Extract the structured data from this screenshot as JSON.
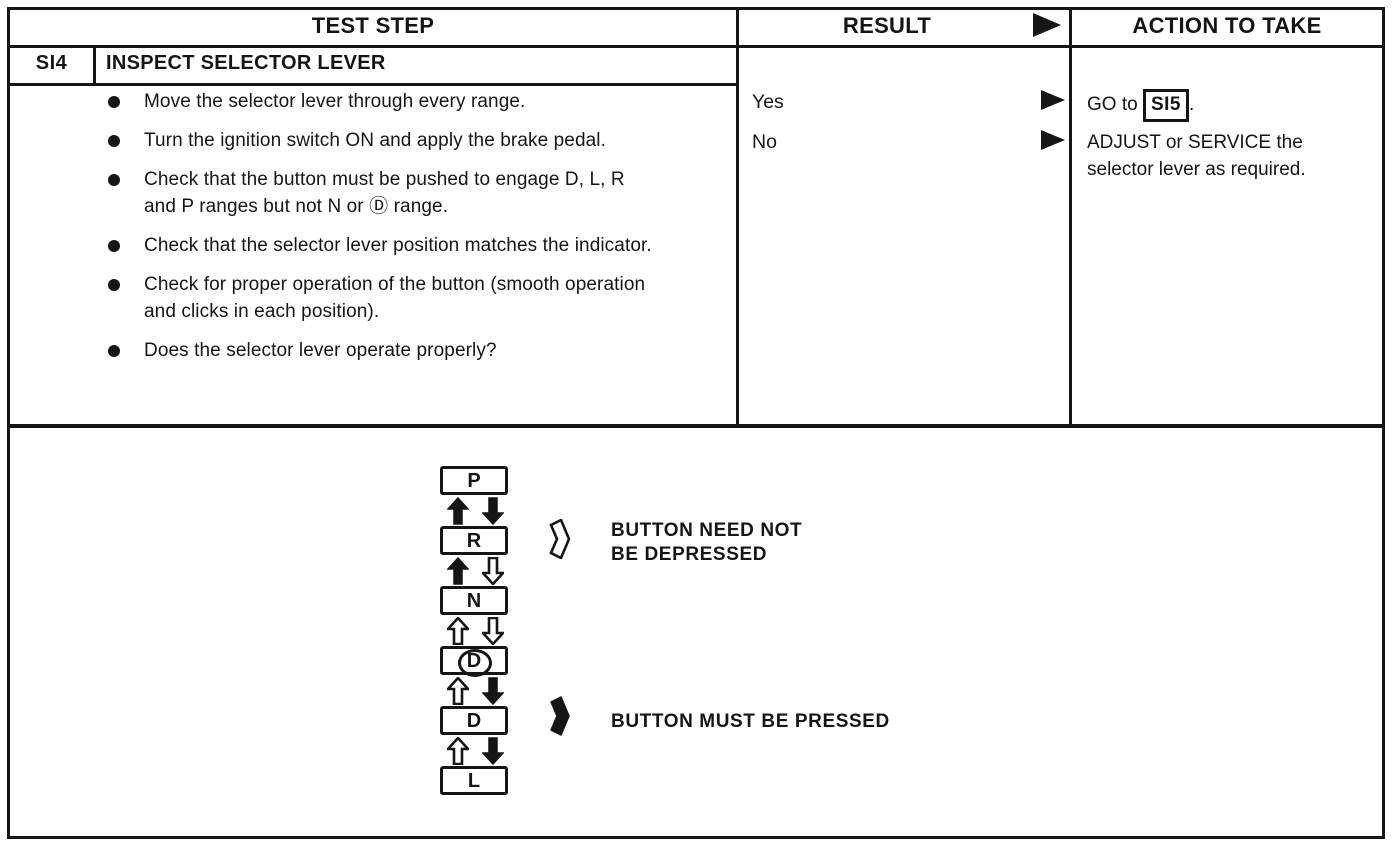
{
  "document": {
    "headers": {
      "test_step": "TEST STEP",
      "result": "RESULT",
      "action_to_take": "ACTION TO TAKE"
    },
    "step": {
      "id": "SI4",
      "title": "INSPECT SELECTOR LEVER"
    },
    "bullets": [
      "Move the selector lever through every range.",
      "Turn the ignition switch ON and apply the brake pedal.",
      "Check that the button must be pushed to engage D, L, R and P ranges but not N or Ⓓ range.",
      "Check that the selector lever position matches the indicator.",
      "Check for proper operation of the button (smooth operation and clicks in each position).",
      "Does the selector lever operate properly?"
    ],
    "results": [
      {
        "label": "Yes",
        "action_prefix": "GO to ",
        "action_ref": "SI5",
        "action_suffix": "."
      },
      {
        "label": "No",
        "action": "ADJUST or SERVICE the selector lever as required."
      }
    ]
  },
  "diagram": {
    "positions": [
      {
        "label": "P",
        "style": "plain"
      },
      {
        "label": "R",
        "style": "plain"
      },
      {
        "label": "N",
        "style": "plain"
      },
      {
        "label": "D",
        "style": "circled"
      },
      {
        "label": "D",
        "style": "plain"
      },
      {
        "label": "L",
        "style": "plain"
      }
    ],
    "transitions": [
      {
        "up": "filled",
        "down": "filled"
      },
      {
        "up": "filled",
        "down": "hollow"
      },
      {
        "up": "hollow",
        "down": "hollow"
      },
      {
        "up": "hollow",
        "down": "filled"
      },
      {
        "up": "hollow",
        "down": "filled"
      }
    ],
    "legend": [
      {
        "style": "hollow",
        "line1": "BUTTON NEED NOT",
        "line2": "BE DEPRESSED"
      },
      {
        "style": "filled",
        "line1": "BUTTON MUST BE PRESSED"
      }
    ]
  }
}
